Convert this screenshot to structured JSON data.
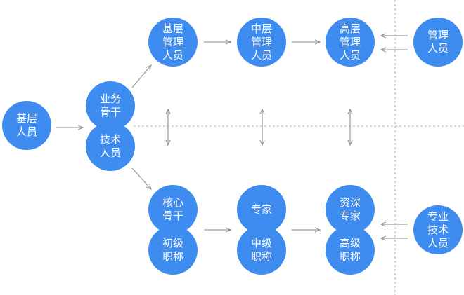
{
  "nodes": {
    "basic_staff": "基层\n人员",
    "business_backbone": "业务\n骨干",
    "technical_staff": "技术\n人员",
    "junior_managers": "基层\n管理\n人员",
    "middle_managers": "中层\n管理\n人员",
    "senior_managers": "高层\n管理\n人员",
    "management_staff": "管理\n人员",
    "core_backbone": "核心\n骨干",
    "junior_title": "初级\n职称",
    "expert": "专家",
    "intermediate_title": "中级\n职称",
    "senior_expert": "资深\n专家",
    "senior_title": "高级\n职称",
    "professional_technical_staff": "专业\n技术\n人员"
  },
  "colors": {
    "node_fill": "#3f8cf0",
    "arrow": "#8a8a8a",
    "divider": "#b5b5b5"
  }
}
